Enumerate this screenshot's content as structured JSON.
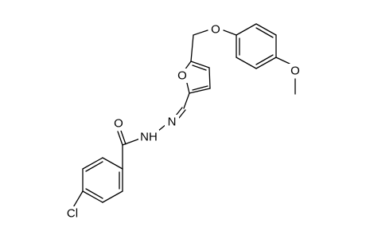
{
  "molecule": {
    "atoms": {
      "o_carbonyl": "O",
      "nh": "NH",
      "n_imine": "N",
      "o_furan": "O",
      "o_ether": "O",
      "o_methoxy": "O",
      "cl": "Cl"
    }
  },
  "colors": {
    "background": "#ffffff",
    "bond": "#000000",
    "text": "#000000"
  }
}
